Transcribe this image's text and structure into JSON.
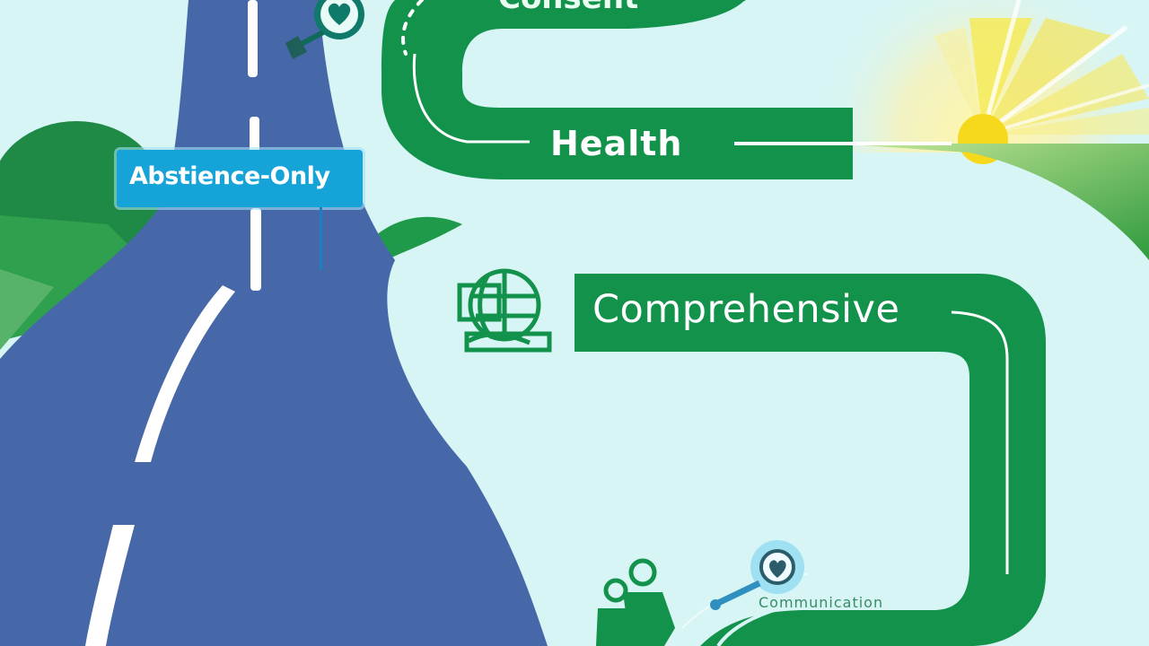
{
  "labels": {
    "top_partial": "Consent",
    "health": "Health",
    "abstinence": "Abstience-Only",
    "comprehensive": "Comprehensive",
    "communication": "Communication"
  },
  "icons": {
    "heart_pin": "heart-icon",
    "globe_book": "globe-book-icon",
    "people": "people-icon",
    "heart_pin_bottom": "heart-icon"
  },
  "colors": {
    "sky": "#d7f5f5",
    "blue_road": "#4768a8",
    "green_road": "#12924a",
    "sign_blue": "#16a3d8",
    "sun": "#f5e53a",
    "hill_dark": "#1f8a45"
  }
}
